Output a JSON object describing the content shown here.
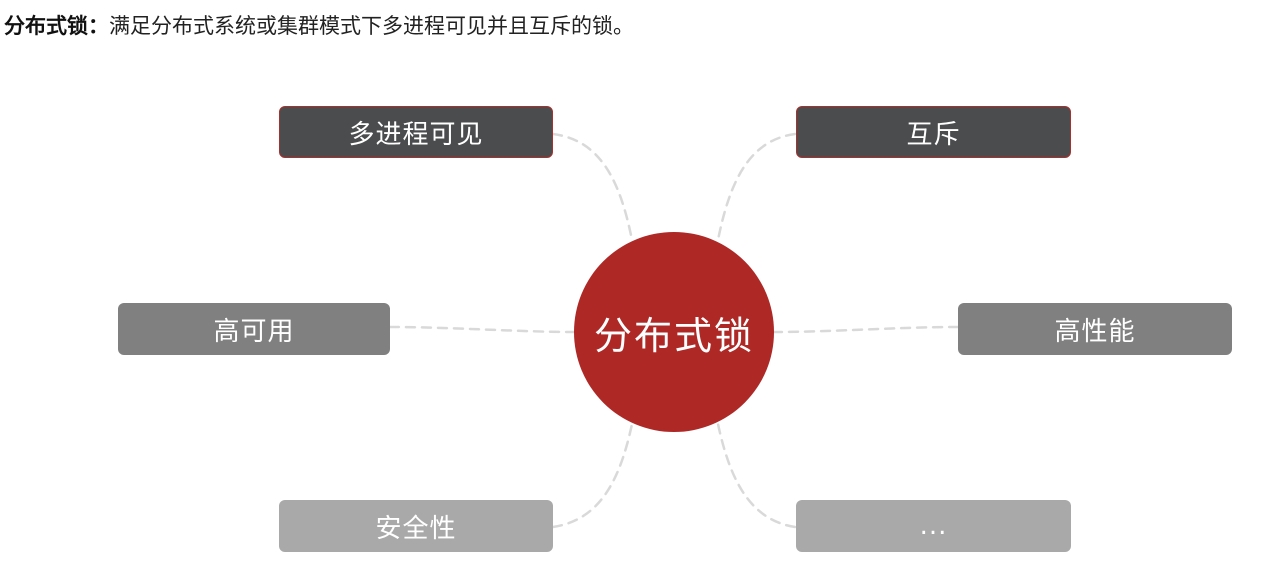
{
  "heading": {
    "term": "分布式锁：",
    "definition": "满足分布式系统或集群模式下多进程可见并且互斥的锁。"
  },
  "diagram": {
    "center": "分布式锁",
    "nodes": {
      "top_left": "多进程可见",
      "top_right": "互斥",
      "middle_left": "高可用",
      "middle_right": "高性能",
      "bottom_left": "安全性",
      "bottom_right": "..."
    }
  },
  "colors": {
    "center": "#ae2826",
    "dark_node": "#4a4c4e",
    "mid_node": "#808080",
    "light_node": "#a9a9a9",
    "node_border": "#a9302c",
    "connector": "#d9d9d9"
  }
}
